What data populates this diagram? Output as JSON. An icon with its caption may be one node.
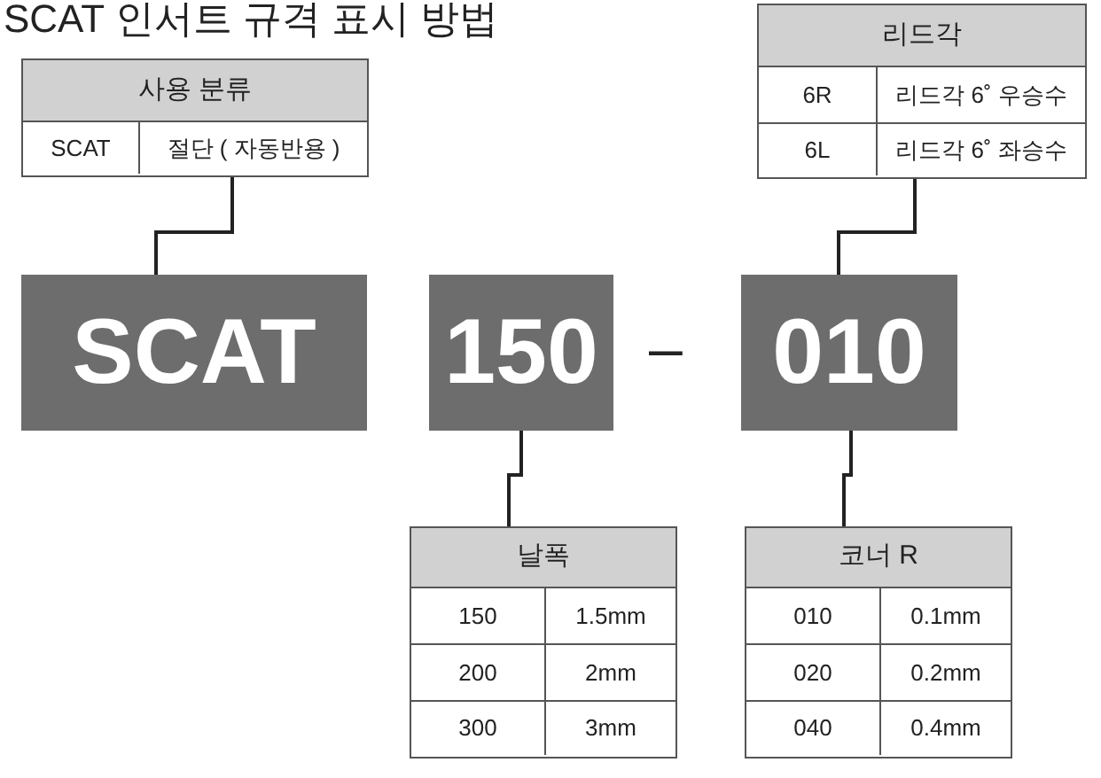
{
  "diagram": {
    "title": "SCAT 인서트 규격 표시 방법",
    "nodes": [
      {
        "text": [
          "사용 분류",
          "SCAT",
          "절단 ( 자동반용 )"
        ]
      },
      {
        "text": [
          "리드각",
          "6R",
          "리드각 6˚ 우승수",
          "6L",
          "리드각 6˚ 좌승수"
        ]
      },
      {
        "text": [
          "SCAT"
        ]
      },
      {
        "text": [
          "150"
        ]
      },
      {
        "text": [
          "010"
        ]
      },
      {
        "text": [
          "날폭",
          "150",
          "1.5mm",
          "200",
          "2mm",
          "300",
          "3mm"
        ]
      },
      {
        "text": [
          "코너 R",
          "010",
          "0.1mm",
          "020",
          "0.2mm",
          "040",
          "0.4mm"
        ]
      }
    ],
    "edges": [
      {
        "from": 0,
        "to": 2,
        "arrow": "none"
      },
      {
        "from": 1,
        "to": 4,
        "arrow": "none"
      },
      {
        "from": 3,
        "to": 5,
        "arrow": "none"
      },
      {
        "from": 4,
        "to": 6,
        "arrow": "none"
      }
    ],
    "labels": [
      "–"
    ]
  }
}
